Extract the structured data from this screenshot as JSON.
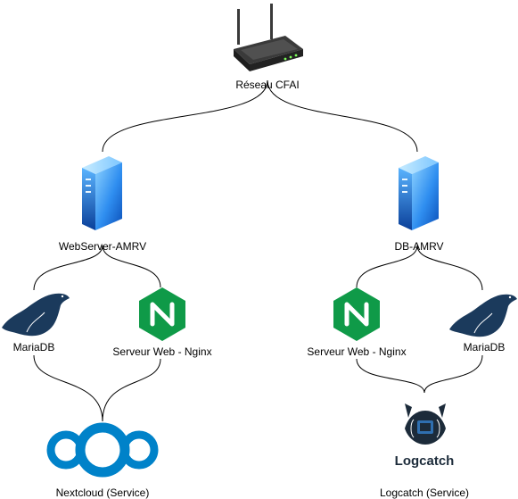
{
  "nodes": {
    "router": {
      "label": "Réseau CFAI",
      "icon": "router-icon"
    },
    "webserver": {
      "label": "WebServer-AMRV",
      "icon": "server-icon"
    },
    "dbserver": {
      "label": "DB-AMRV",
      "icon": "server-icon"
    },
    "mariadb_left": {
      "label": "MariaDB",
      "icon": "mariadb-seal-icon"
    },
    "nginx_left": {
      "label": "Serveur Web - Nginx",
      "icon": "nginx-icon"
    },
    "nginx_right": {
      "label": "Serveur Web - Nginx",
      "icon": "nginx-icon"
    },
    "mariadb_right": {
      "label": "MariaDB",
      "icon": "mariadb-seal-icon"
    },
    "nextcloud": {
      "label": "Nextcloud (Service)",
      "icon": "nextcloud-logo-icon"
    },
    "logcatch": {
      "label": "Logcatch (Service)",
      "icon": "logcatch-logo-icon",
      "logo_text": "Logcatch"
    }
  },
  "colors": {
    "server_blue": "#1f6fe0",
    "nginx_green": "#0f9a48",
    "nextcloud_blue": "#0082c9",
    "mariadb_navy": "#1b3a5c",
    "logcatch_dark": "#1c2b3a",
    "router_dark": "#2b2b2b"
  }
}
